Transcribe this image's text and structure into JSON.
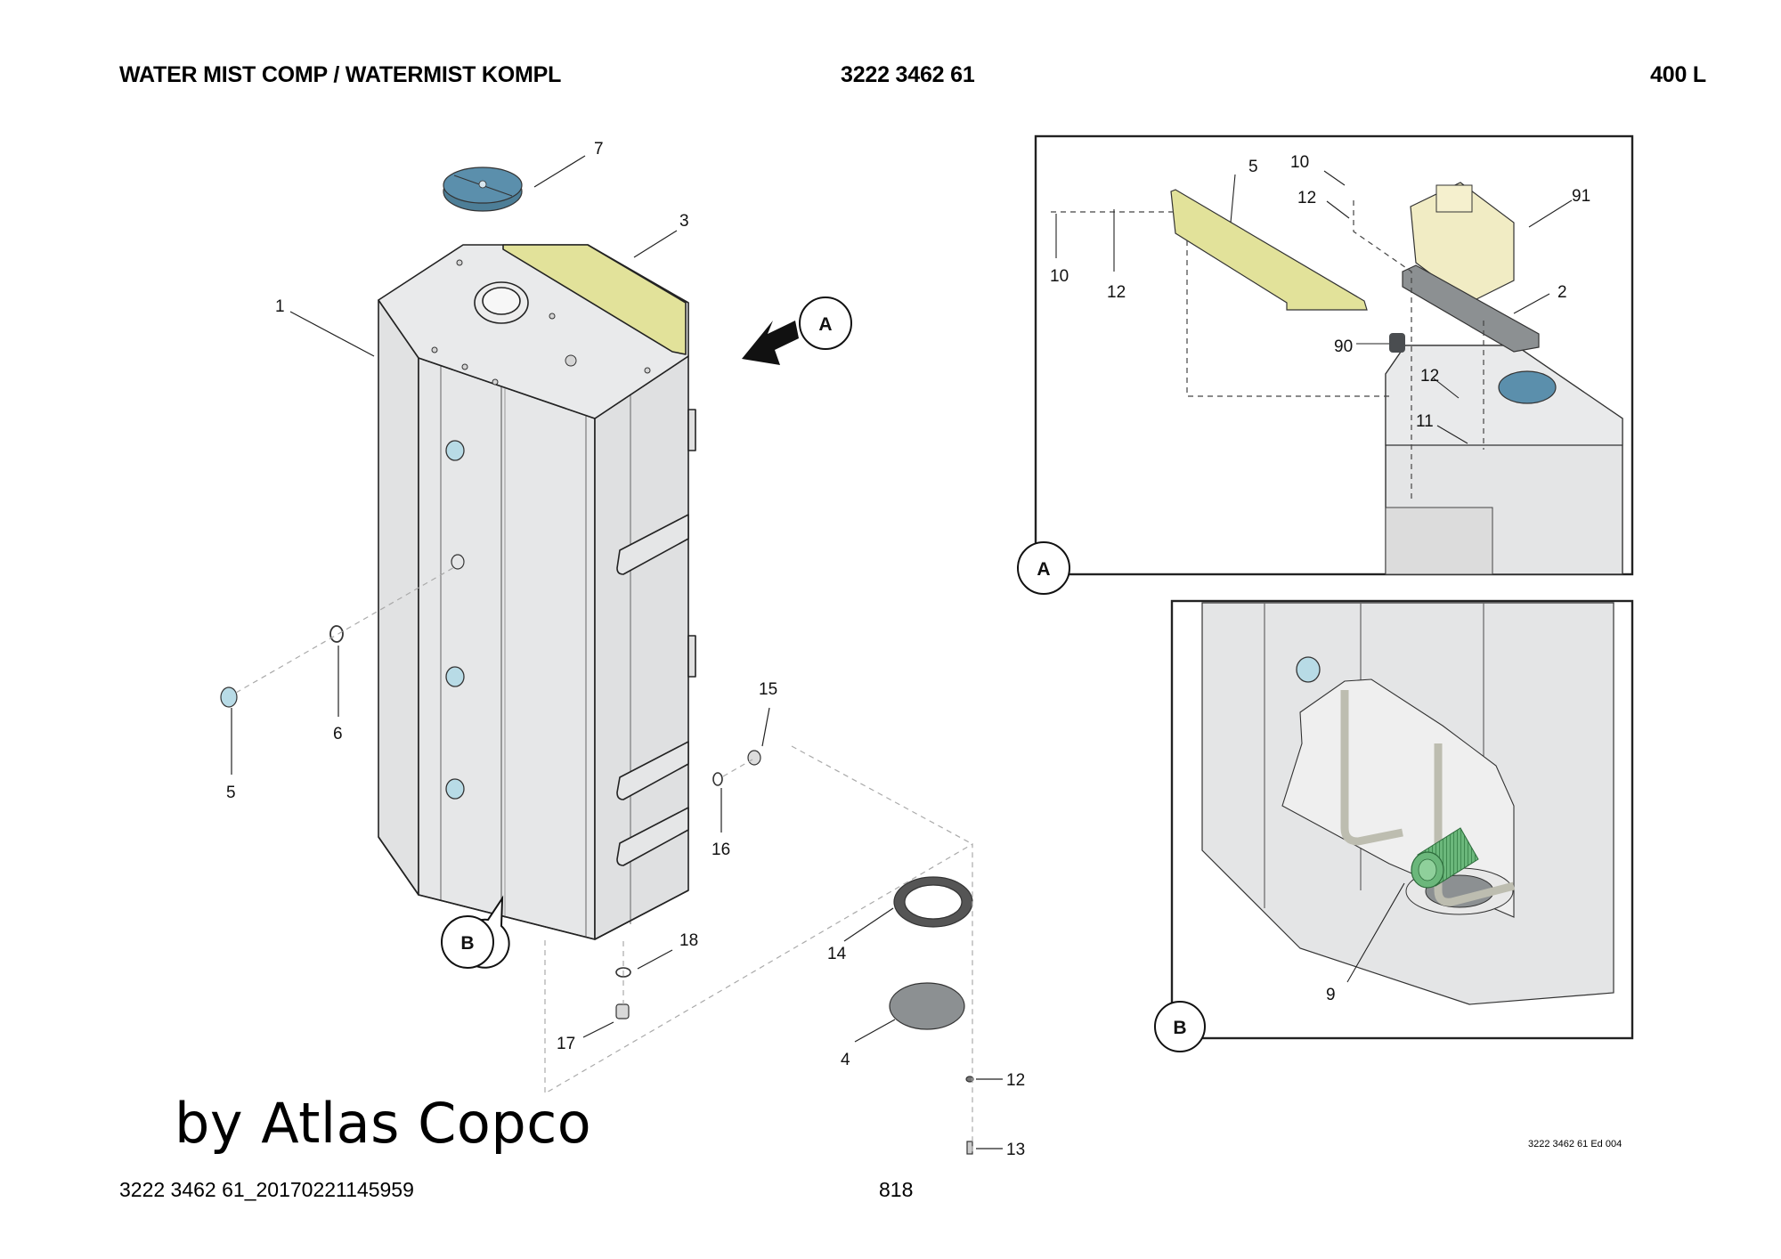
{
  "header": {
    "title": "WATER MIST COMP / WATERMIST KOMPL",
    "part_number": "3222 3462 61",
    "variant": "400 L"
  },
  "footer": {
    "document_id": "3222 3462 61_20170221145959",
    "page_number": "818",
    "edition": "3222 3462 61 Ed 004"
  },
  "watermark": "by Atlas Copco",
  "colors": {
    "tank_grey": "#e4e5e6",
    "cover_yellow": "#e2e29a",
    "cap_blue": "#5b8fac",
    "filter_green": "#6bb77b",
    "plate_grey": "#8c9092",
    "valve_cream": "#f1ecc4"
  },
  "main_view": {
    "callouts": [
      "1",
      "3",
      "7",
      "5",
      "6",
      "15",
      "16",
      "18",
      "17",
      "14",
      "4",
      "12",
      "13"
    ],
    "view_markers": {
      "a": "A",
      "b": "B"
    }
  },
  "detail_a": {
    "marker": "A",
    "callouts": [
      "5",
      "10",
      "12",
      "91",
      "10",
      "12",
      "2",
      "90",
      "12",
      "11"
    ]
  },
  "detail_b": {
    "marker": "B",
    "callouts": [
      "9"
    ]
  }
}
